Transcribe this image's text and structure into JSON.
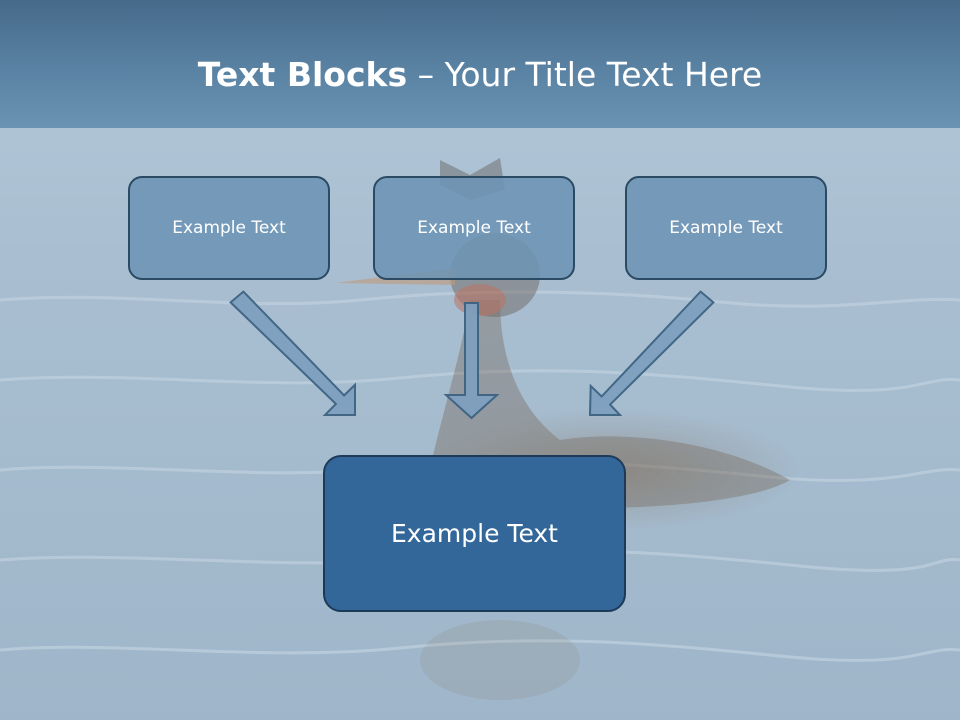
{
  "slide": {
    "title_bold": "Text Blocks",
    "title_rest": " – Your Title Text Here"
  },
  "blocks": {
    "top": [
      {
        "label": "Example Text"
      },
      {
        "label": "Example Text"
      },
      {
        "label": "Example Text"
      }
    ],
    "bottom": {
      "label": "Example Text"
    }
  },
  "colors": {
    "header": "#5a82a3",
    "small_box_fill": "#6c94b4",
    "big_box_fill": "#33679a",
    "arrow_fill": "#7ea0be",
    "outline": "#2b4a63"
  }
}
